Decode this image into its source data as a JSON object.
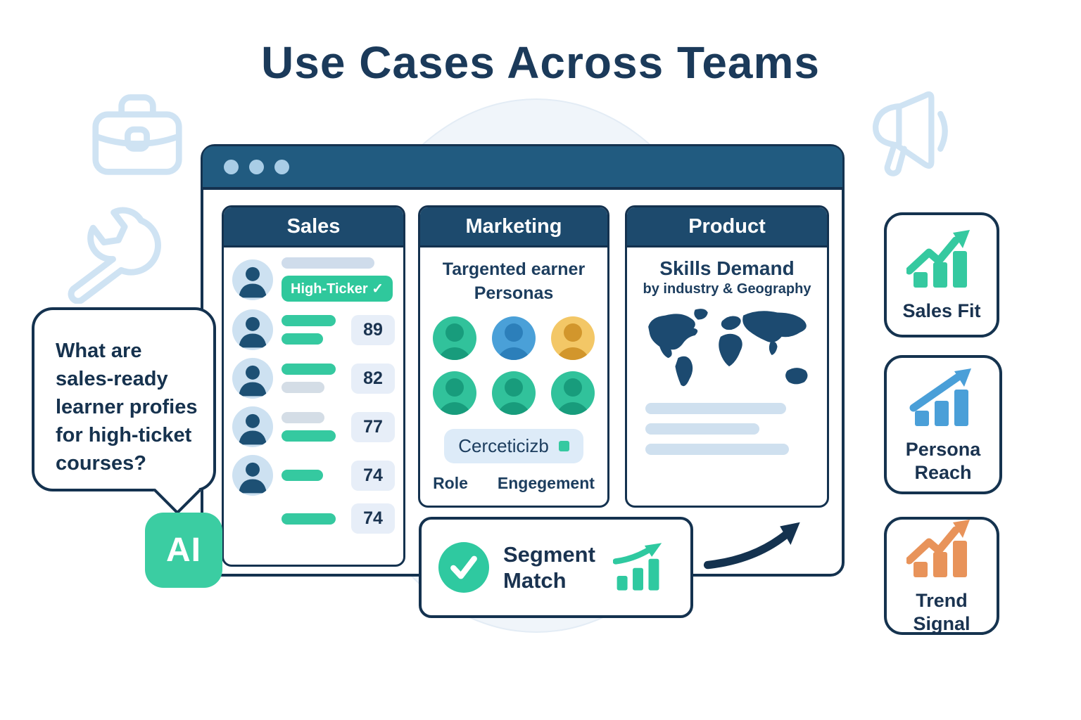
{
  "title": "Use Cases Across Teams",
  "colors": {
    "green": "#35c9a0",
    "blue": "#4a9fd8",
    "orange": "#e8935a",
    "navy": "#14324f"
  },
  "speech_bubble": {
    "text": "What are sales-ready learner profies for high-ticket courses?"
  },
  "ai_badge_label": "AI",
  "browser_window": {
    "columns": {
      "sales": {
        "header": "Sales",
        "rows": [
          {
            "avatar": true,
            "bars": [
              "muted-wide"
            ],
            "badge": "High-Ticker ✓"
          },
          {
            "avatar": true,
            "bars": [
              "green",
              "green-short"
            ],
            "score": "89"
          },
          {
            "avatar": true,
            "bars": [
              "green",
              "muted"
            ],
            "score": "82"
          },
          {
            "avatar": true,
            "bars": [
              "muted",
              "green"
            ],
            "score": "77"
          },
          {
            "avatar": true,
            "bars": [
              "green-short"
            ],
            "score": "74"
          },
          {
            "avatar": false,
            "bars": [
              "green"
            ],
            "score": "74"
          }
        ]
      },
      "marketing": {
        "header": "Marketing",
        "subtitle": "Targented earner Personas",
        "personas": [
          "green",
          "blue",
          "yellow",
          "green",
          "green",
          "green"
        ],
        "pill_label": "Cerceticizb",
        "footer_labels": [
          "Role",
          "Engegement"
        ]
      },
      "product": {
        "header": "Product",
        "subtitle": "Skills Demand",
        "subtitle2": "by industry & Geography",
        "placeholder_bar_widths": [
          86,
          70,
          88
        ]
      }
    },
    "segment_match_label": "Segment Match"
  },
  "side_cards": [
    {
      "label": "Sales Fit",
      "color": "green",
      "arrow": "zigzag"
    },
    {
      "label": "Persona Reach",
      "color": "blue",
      "arrow": "straight"
    },
    {
      "label": "Trend Signal",
      "color": "orange",
      "arrow": "zigzag"
    }
  ]
}
